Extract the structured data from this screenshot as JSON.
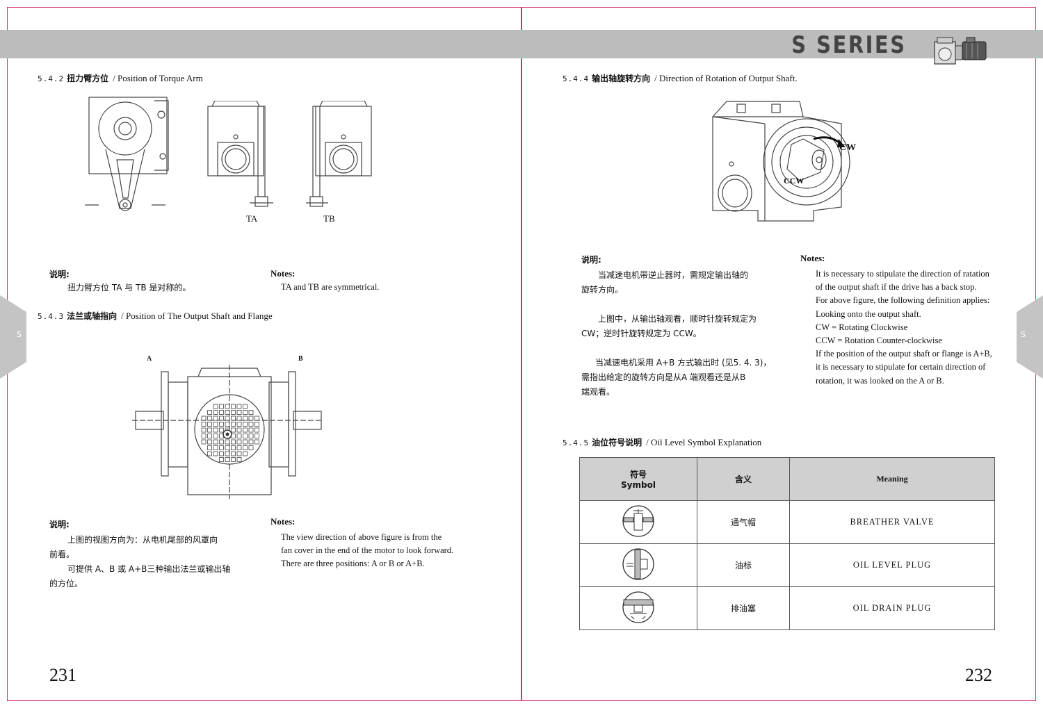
{
  "header": {
    "series_title": "S SERIES",
    "side_tab": "S"
  },
  "left": {
    "s542": {
      "num": "5.4.2",
      "cn": "扭力臂方位",
      "en": "/ Position of Torque Arm",
      "fig_labels": [
        "TA",
        "TB"
      ]
    },
    "notes1": {
      "cn_label": "说明:",
      "cn_text": "扭力臂方位 TA 与 TB 是对称的。",
      "en_label": "Notes:",
      "en_text": "TA and TB are symmetrical."
    },
    "s543": {
      "num": "5.4.3",
      "cn": "法兰或轴指向",
      "en": "/ Position of The Output Shaft and Flange",
      "fig_labels": [
        "A",
        "B"
      ]
    },
    "notes2": {
      "cn_label": "说明:",
      "cn_lines": [
        "上图的视图方向为：从电机尾部的风罩向",
        "前看。",
        "可提供 A、B 或 A+B三种输出法兰或输出轴",
        "的方位。"
      ],
      "en_label": "Notes:",
      "en_lines": [
        "The view direction of above figure is from the",
        "fan cover in the end of the motor to look forward.",
        "There are three positions: A or B or A+B."
      ]
    },
    "page_number": "231"
  },
  "right": {
    "s544": {
      "num": "5.4.4",
      "cn": "输出轴旋转方向",
      "en": "/ Direction of Rotation of Output Shaft.",
      "fig_labels": [
        "CW",
        "CCW"
      ]
    },
    "notes": {
      "cn_label": "说明:",
      "cn_lines": [
        "当减速电机带逆止器时，需规定输出轴的",
        "旋转方向。",
        "上图中，从输出轴观看，顺时针旋转规定为",
        "CW；逆时针旋转规定为 CCW。",
        "当减速电机采用 A+B 方式输出时 (见5. 4. 3)，",
        "需指出给定的旋转方向是从A 端观看还是从B",
        "端观看。"
      ],
      "en_label": "Notes:",
      "en_lines": [
        "It is necessary to stipulate the direction of ratation",
        "of the output shaft if the drive has a back stop.",
        "For above figure, the following definition applies:",
        "Looking onto the output shaft.",
        "CW = Rotating Clockwise",
        "CCW = Rotation Counter-clockwise",
        "If the position of the output shaft or flange is A+B,",
        "it is necessary to stipulate for certain direction of",
        "rotation, it was looked on the A or B."
      ]
    },
    "s545": {
      "num": "5.4.5",
      "cn": "油位符号说明",
      "en": "/ Oil Level Symbol Explanation"
    },
    "table": {
      "headers": {
        "symbol_cn": "符号",
        "symbol_en": "Symbol",
        "meaning_cn": "含义",
        "meaning_en": "Meaning"
      },
      "rows": [
        {
          "icon": "breather-valve-icon",
          "cn": "通气帽",
          "en": "BREATHER  VALVE"
        },
        {
          "icon": "oil-level-plug-icon",
          "cn": "油标",
          "en": "OIL LEVEL PLUG"
        },
        {
          "icon": "oil-drain-plug-icon",
          "cn": "排油塞",
          "en": "OIL DRAIN PLUG"
        }
      ]
    },
    "page_number": "232"
  }
}
